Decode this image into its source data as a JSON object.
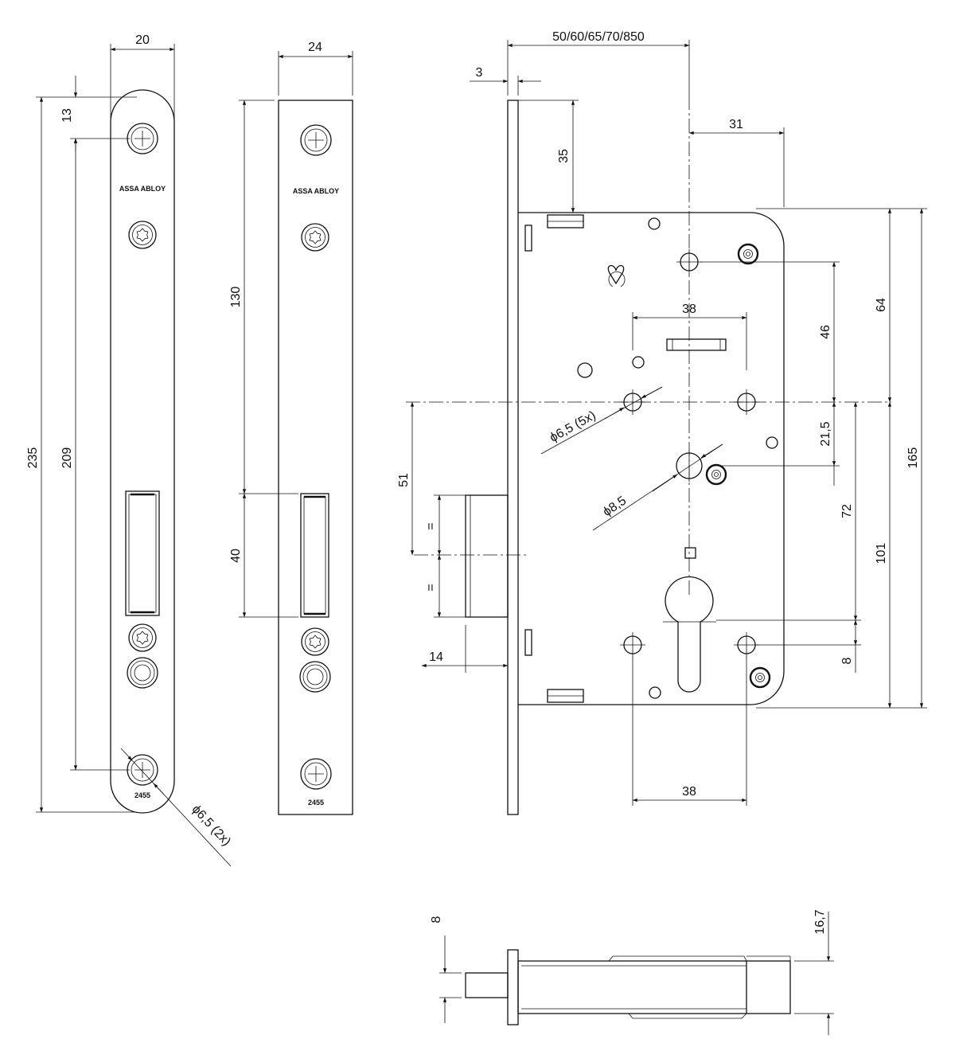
{
  "brand": "ASSA ABLOY",
  "plate_code": "2455",
  "dimensions": {
    "w20": "20",
    "w24": "24",
    "h13": "13",
    "h235": "235",
    "h209": "209",
    "h130": "130",
    "h40": "40",
    "hole_plate": "ϕ6,5 (2x)",
    "backset": "50/60/65/70/850",
    "t3": "3",
    "h35": "35",
    "w31": "31",
    "w38_top": "38",
    "h46": "46",
    "h64": "64",
    "h21_5": "21,5",
    "h165": "165",
    "hole_body": "ϕ6,5 (5x)",
    "hole_85": "ϕ8,5",
    "h72": "72",
    "h101": "101",
    "h51": "51",
    "eq1": "=",
    "eq2": "=",
    "w14": "14",
    "h8": "8",
    "w38_bottom": "38",
    "b8": "8",
    "b16_7": "16,7"
  }
}
